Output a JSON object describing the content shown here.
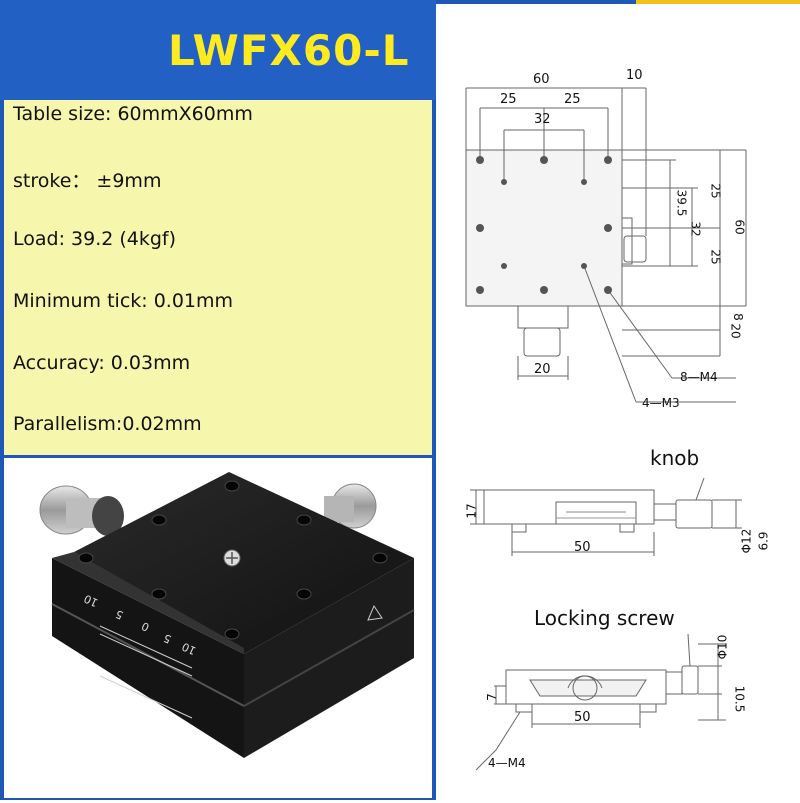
{
  "title": "LWFX60-L",
  "specs": [
    "Table size: 60mmX60mm",
    "stroke： ±9mm",
    "Load: 39.2 (4kgf)",
    "Minimum tick: 0.01mm",
    "Accuracy: 0.03mm",
    "Parallelism:0.02mm"
  ],
  "top_drawing": {
    "dims": [
      "60",
      "10",
      "25",
      "25",
      "32",
      "39.5",
      "32",
      "25",
      "60",
      "25",
      "8",
      "20",
      "20"
    ],
    "callouts": [
      "8—M4",
      "4—M3"
    ]
  },
  "side_drawing": {
    "label": "knob",
    "dims": [
      "17",
      "50",
      "Φ12",
      "6.9"
    ]
  },
  "bottom_drawing": {
    "label": "Locking screw",
    "dims": [
      "Φ10",
      "7",
      "50",
      "10.5"
    ],
    "callout": "4—M4"
  },
  "scale_marks": [
    "10",
    "5",
    "0",
    "5",
    "10"
  ],
  "colors": {
    "panel_blue": "#1e57b6",
    "title_yellow": "#ffea1f",
    "spec_bg": "#f6f6ac"
  }
}
